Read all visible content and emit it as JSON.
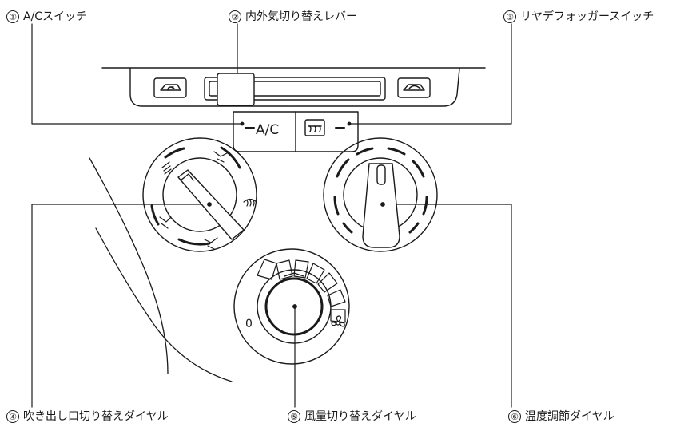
{
  "callouts": [
    {
      "num": "①",
      "label": "A/Cスイッチ"
    },
    {
      "num": "②",
      "label": "内外気切り替えレバー"
    },
    {
      "num": "③",
      "label": "リヤデフォッガースイッチ"
    },
    {
      "num": "④",
      "label": "吹き出し口切り替えダイヤル"
    },
    {
      "num": "⑤",
      "label": "風量切り替えダイヤル"
    },
    {
      "num": "⑥",
      "label": "温度調節ダイヤル"
    }
  ],
  "panel": {
    "ac_button_label": "A/C",
    "fan_off_label": "0"
  },
  "icons": {
    "recirc_fresh": "fresh-air-icon",
    "recirc_inside": "recirculation-icon",
    "rear_defogger": "rear-defogger-icon",
    "fan": "fan-icon",
    "vent_modes": [
      "face-vent-icon",
      "bilevel-vent-icon",
      "foot-vent-icon",
      "foot-defrost-icon",
      "defroster-icon"
    ]
  }
}
